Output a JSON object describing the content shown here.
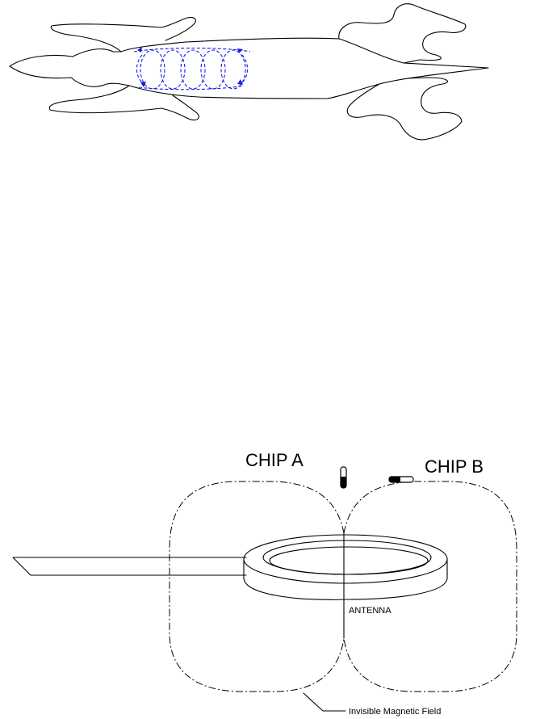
{
  "colors": {
    "line": "#000000",
    "coil": "#1a1ae6",
    "background": "#ffffff"
  },
  "labels": {
    "chip_a": "CHIP A",
    "chip_b": "CHIP B",
    "antenna": "ANTENNA",
    "field": "Invisible Magnetic Field"
  }
}
